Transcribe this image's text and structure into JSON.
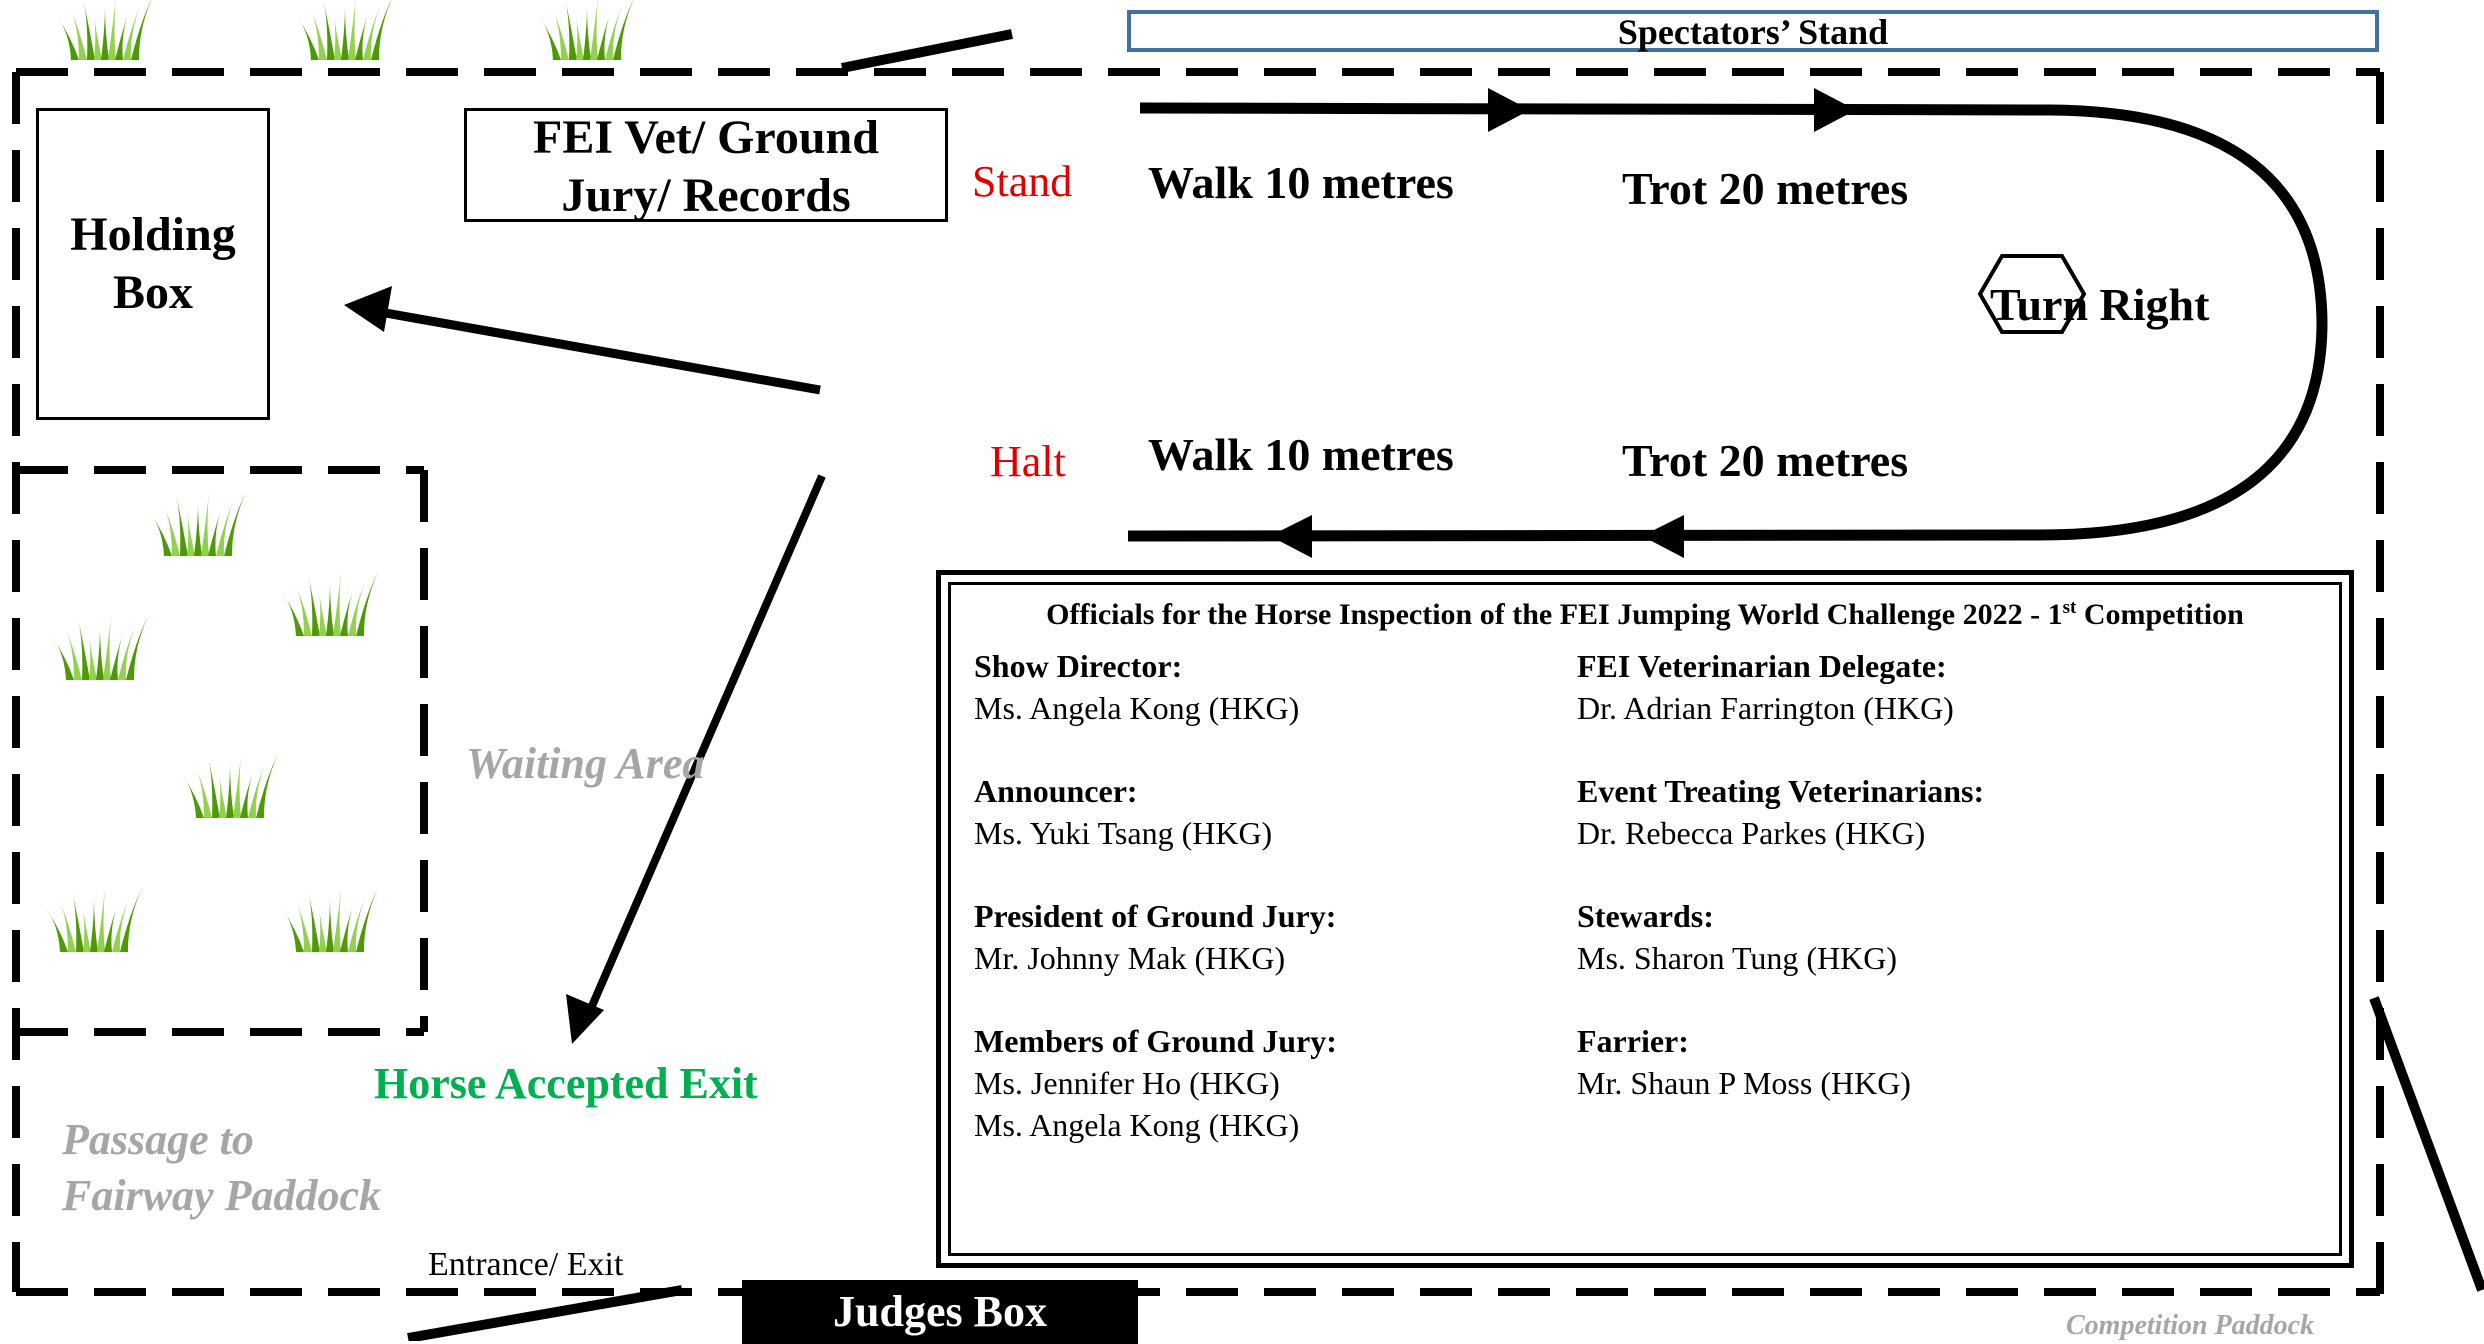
{
  "labels": {
    "spectators_stand": "Spectators’ Stand",
    "holding_box": "Holding\nBox",
    "vet_box": "FEI Vet/ Ground\nJury/ Records",
    "stand": "Stand",
    "halt": "Halt",
    "walk_top": "Walk 10 metres",
    "trot_top": "Trot 20 metres",
    "walk_bottom": "Walk 10 metres",
    "trot_bottom": "Trot 20 metres",
    "turn_right": "Turn Right",
    "waiting_area": "Waiting Area",
    "horse_accepted_exit": "Horse Accepted Exit",
    "passage_line1": "Passage to",
    "passage_line2": "Fairway Paddock",
    "entrance_exit": "Entrance/ Exit",
    "judges_box": "Judges Box",
    "competition_paddock": "Competition Paddock"
  },
  "officials": {
    "title_main": "Officials for the Horse Inspection of the FEI Jumping World Challenge 2022 - 1",
    "title_sup": "st",
    "title_tail": " Competition",
    "left": [
      {
        "role": "Show Director:",
        "names": [
          "Ms. Angela Kong (HKG)"
        ]
      },
      {
        "role": "Announcer:",
        "names": [
          "Ms. Yuki Tsang (HKG)"
        ]
      },
      {
        "role": "President of Ground Jury:",
        "names": [
          "Mr. Johnny Mak (HKG)"
        ]
      },
      {
        "role": "Members of Ground Jury:",
        "names": [
          "Ms. Jennifer Ho (HKG)",
          "Ms. Angela Kong (HKG)"
        ]
      }
    ],
    "right": [
      {
        "role": "FEI Veterinarian Delegate:",
        "names": [
          "Dr. Adrian Farrington (HKG)"
        ]
      },
      {
        "role": "Event Treating Veterinarians:",
        "names": [
          "Dr. Rebecca Parkes (HKG)"
        ]
      },
      {
        "role": "Stewards:",
        "names": [
          "Ms. Sharon Tung (HKG)"
        ]
      },
      {
        "role": "Farrier:",
        "names": [
          "Mr. Shaun P Moss (HKG)"
        ]
      }
    ]
  },
  "colors": {
    "red_label": "#e00000",
    "green_label": "#00b050",
    "grey_label": "#a6a6a6",
    "stand_border": "#41719c",
    "grass_light": "#92d050",
    "grass_dark": "#4e9a06"
  },
  "icons": {
    "grass": "grass-tuft-icon",
    "turn_marker": "hexagon-marker-icon"
  }
}
